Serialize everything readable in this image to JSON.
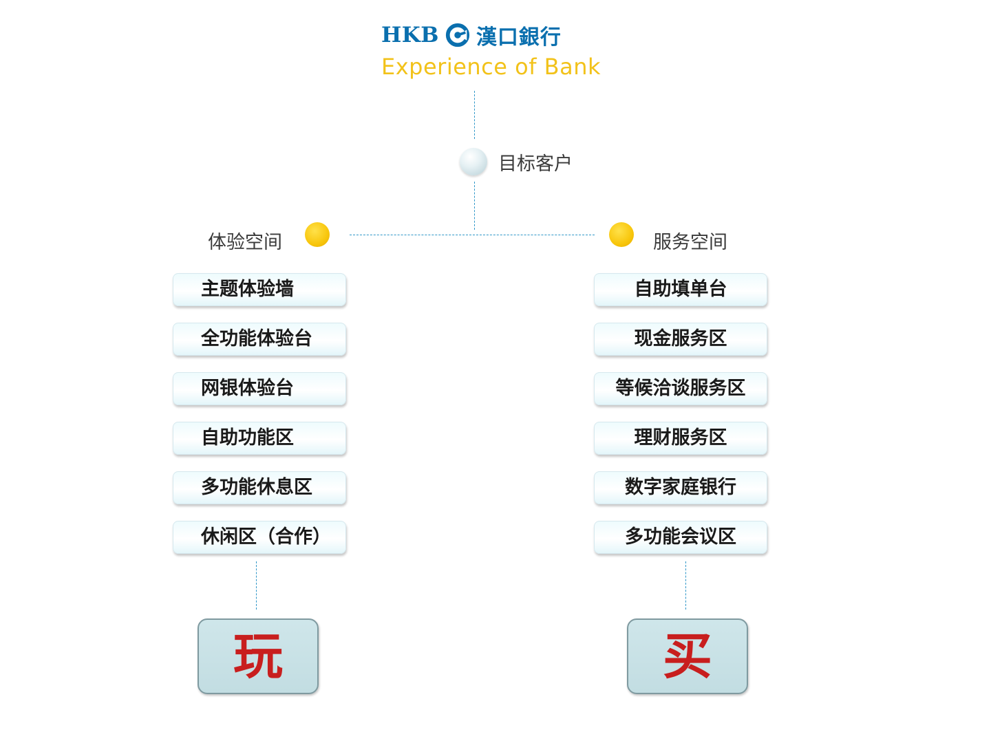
{
  "logo": {
    "brand_en": "HKB",
    "brand_cn": "漢口銀行",
    "tagline": "Experience of Bank",
    "icon": "hkb-logo-mark",
    "colors": {
      "brand": "#0a6fae",
      "tagline": "#f2c21a"
    }
  },
  "root": {
    "label": "目标客户"
  },
  "left": {
    "title": "体验空间",
    "items": [
      "主题体验墙",
      "全功能体验台",
      "网银体验台",
      "自助功能区",
      "多功能休息区",
      "休闲区（合作）"
    ],
    "category": "玩"
  },
  "right": {
    "title": "服务空间",
    "items": [
      "自助填单台",
      "现金服务区",
      "等候洽谈服务区",
      "理财服务区",
      "数字家庭银行",
      "多功能会议区"
    ],
    "category": "买"
  },
  "colors": {
    "connector": "#2e96c8",
    "node_yellow": "#f8c60c",
    "category_text": "#c81e1e",
    "category_box": "#c8e1e6"
  }
}
